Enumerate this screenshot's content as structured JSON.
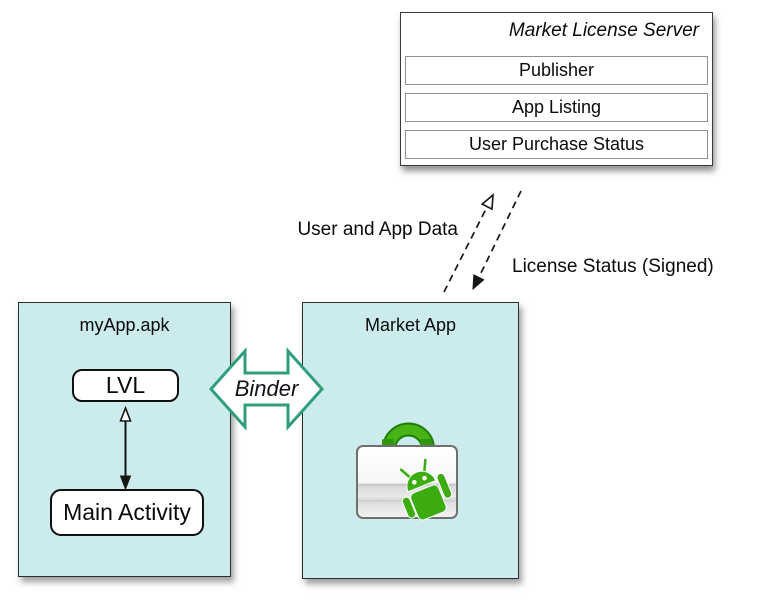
{
  "colors": {
    "box_fill": "#cbebed",
    "box_border": "#2f2f2f",
    "binder_green": "#2e9e7c",
    "android_green": "#3dac10",
    "handle_green": "#46b414",
    "handle_green_dark": "#1f7d06",
    "arrow_color": "#161616",
    "row_border": "#8f8f8f",
    "text_color": "#0b0b0b"
  },
  "license_server": {
    "title": "Market License Server",
    "rows": [
      "Publisher",
      "App Listing",
      "User Purchase Status"
    ]
  },
  "arrows": {
    "up_label": "User and App Data",
    "down_label": "License Status (Signed)"
  },
  "my_app": {
    "title": "myApp.apk",
    "lvl_label": "LVL",
    "main_activity_label": "Main Activity"
  },
  "binder_label": "Binder",
  "market_app": {
    "title": "Market App",
    "icon": "android-market-shopping-bag-icon"
  }
}
